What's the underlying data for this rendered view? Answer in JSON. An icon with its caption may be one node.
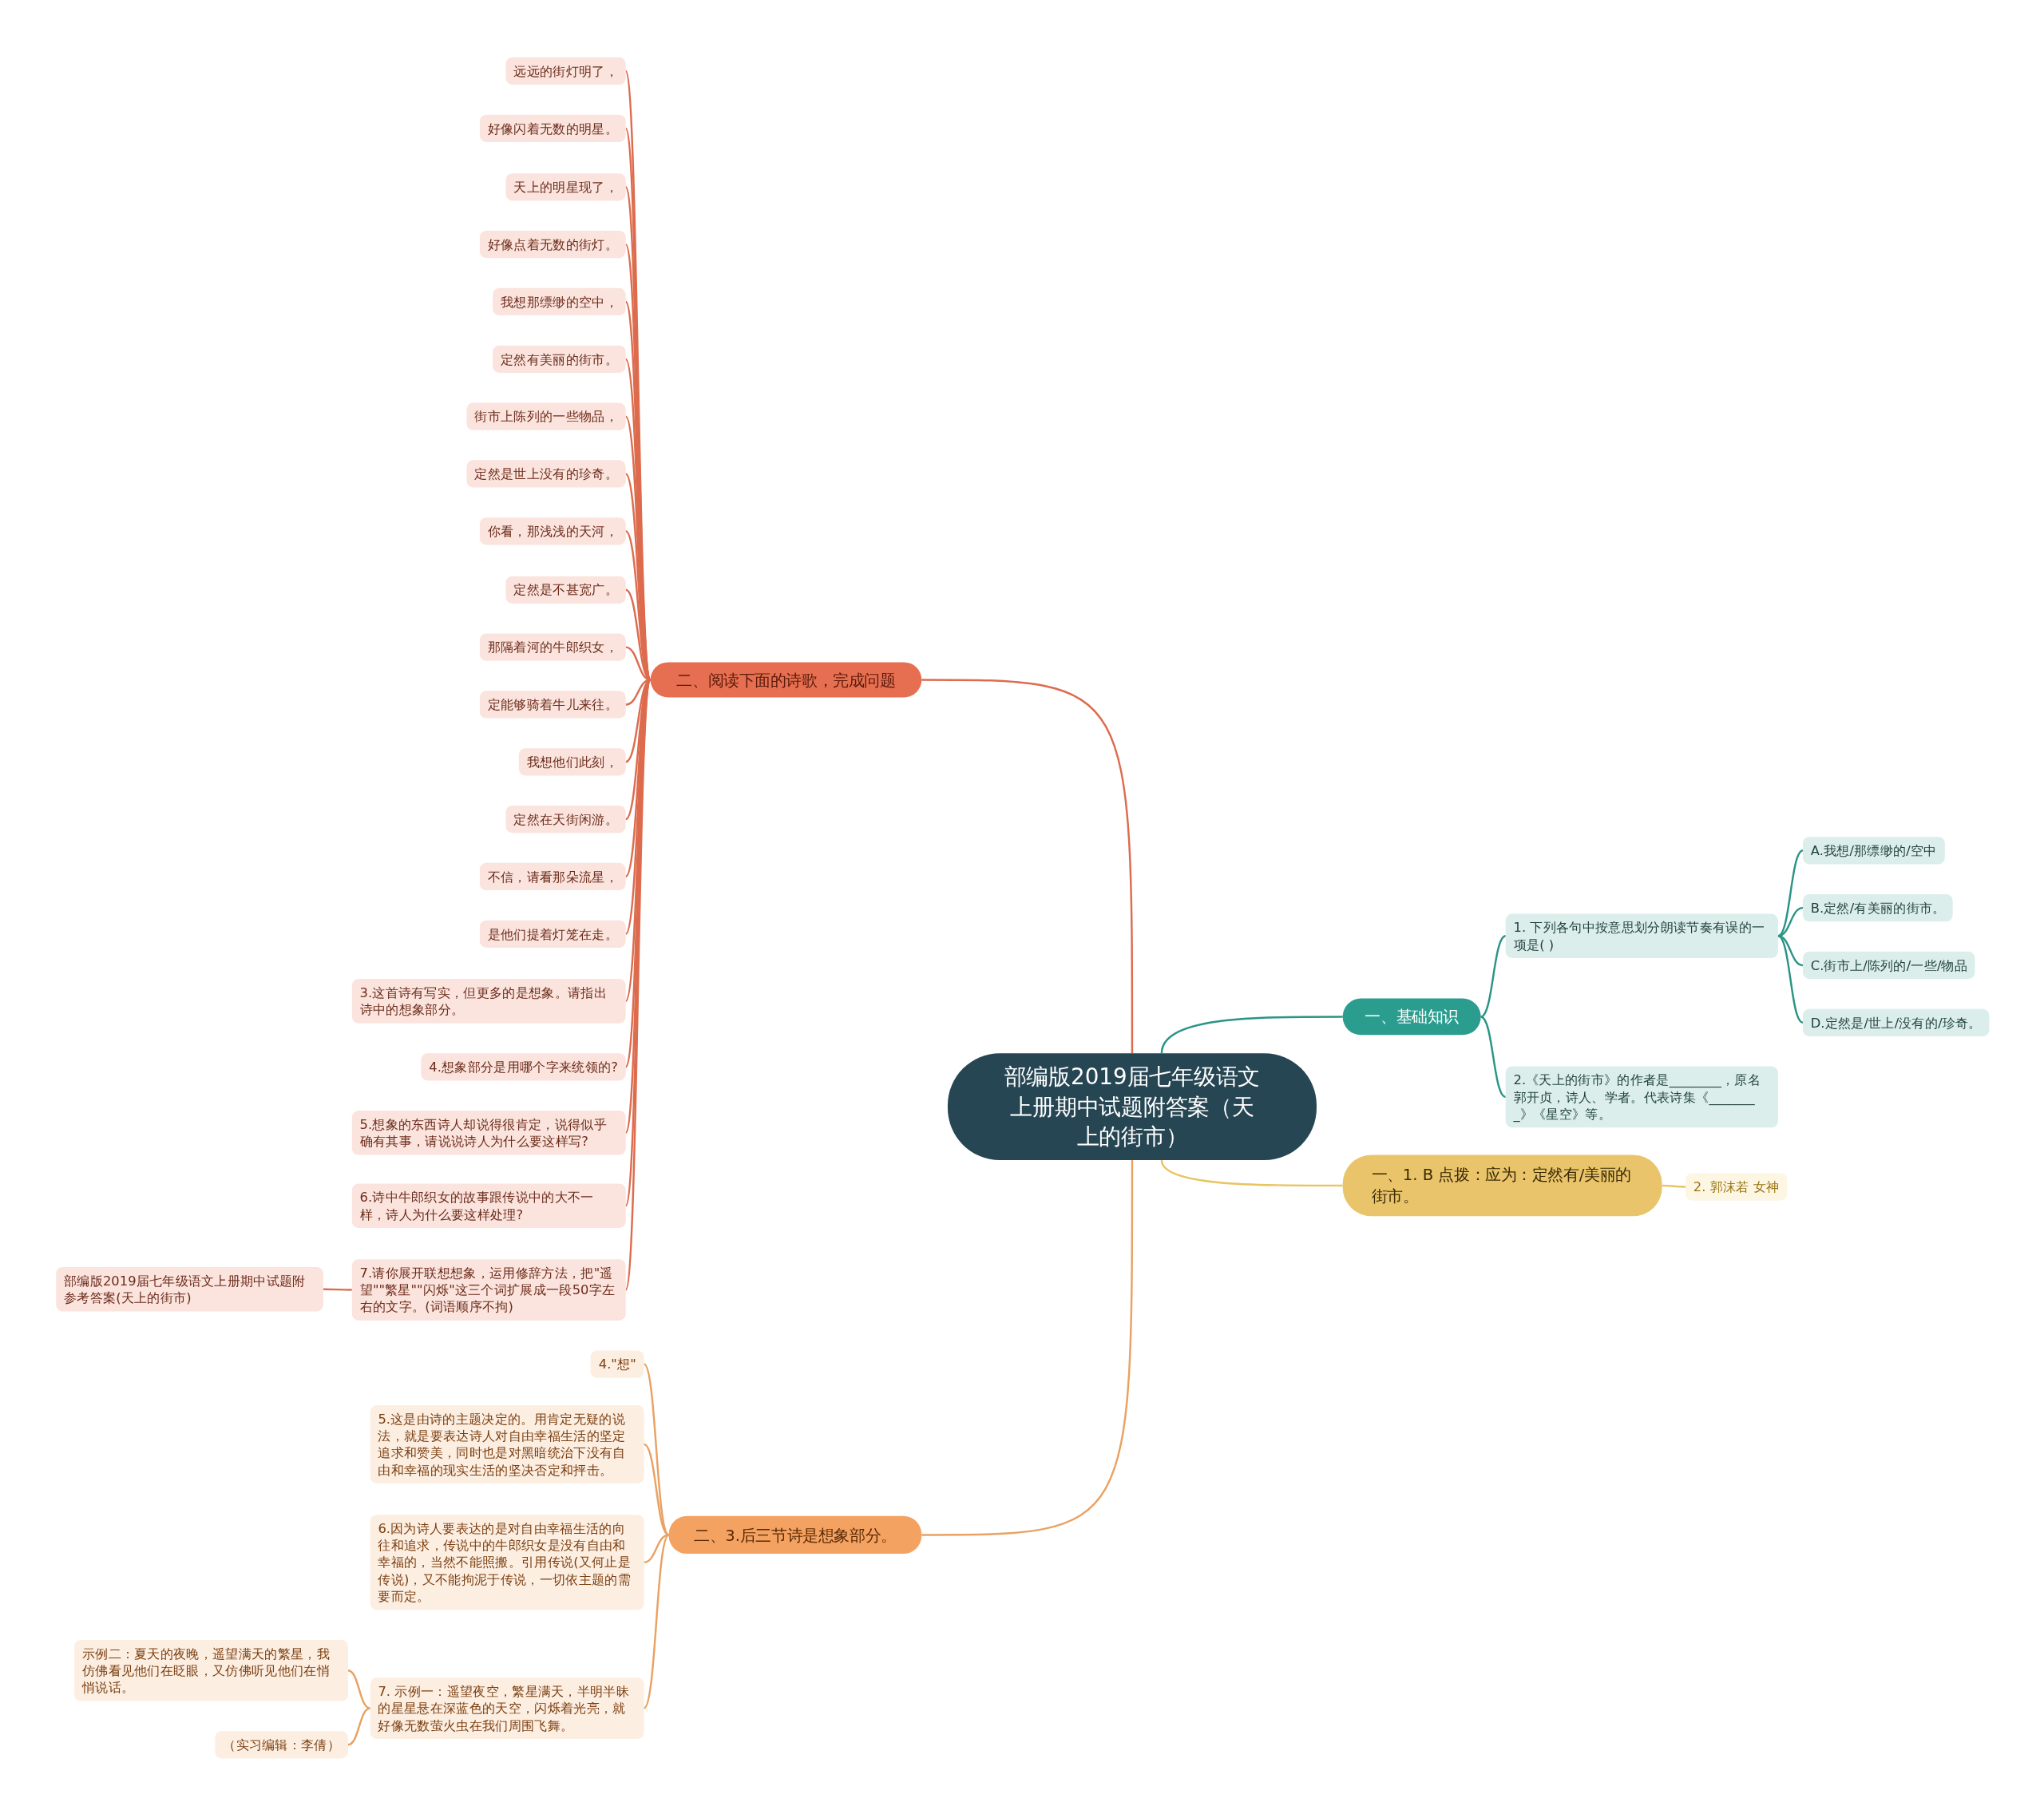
{
  "diagram": {
    "nodes": [
      {
        "text": [
          "部编版2019届七年级语文上册期中试题附答案（天上的街市）"
        ]
      },
      {
        "text": [
          "二、阅读下面的诗歌，完成问题"
        ]
      },
      {
        "text": [
          "远远的街灯明了，"
        ]
      },
      {
        "text": [
          "好像闪着无数的明星。"
        ]
      },
      {
        "text": [
          "天上的明星现了，"
        ]
      },
      {
        "text": [
          "好像点着无数的街灯。"
        ]
      },
      {
        "text": [
          "我想那缥缈的空中，"
        ]
      },
      {
        "text": [
          "定然有美丽的街市。"
        ]
      },
      {
        "text": [
          "街市上陈列的一些物品，"
        ]
      },
      {
        "text": [
          "定然是世上没有的珍奇。"
        ]
      },
      {
        "text": [
          "你看，那浅浅的天河，"
        ]
      },
      {
        "text": [
          "定然是不甚宽广。"
        ]
      },
      {
        "text": [
          "那隔着河的牛郎织女，"
        ]
      },
      {
        "text": [
          "定能够骑着牛儿来往。"
        ]
      },
      {
        "text": [
          "我想他们此刻，"
        ]
      },
      {
        "text": [
          "定然在天街闲游。"
        ]
      },
      {
        "text": [
          "不信，请看那朵流星，"
        ]
      },
      {
        "text": [
          "是他们提着灯笼在走。"
        ]
      },
      {
        "text": [
          "3.这首诗有写实，但更多的是想象。请指出诗中的想象部分。"
        ]
      },
      {
        "text": [
          "4.想象部分是用哪个字来统领的?"
        ]
      },
      {
        "text": [
          "5.想象的东西诗人却说得很肯定，说得似乎确有其事，请说说诗人为什么要这样写?"
        ]
      },
      {
        "text": [
          "6.诗中牛郎织女的故事跟传说中的大不一样，诗人为什么要这样处理?"
        ]
      },
      {
        "text": [
          "7.请你展开联想想象，运用修辞方法，把\"遥望\"\"繁星\"\"闪烁\"这三个词扩展成一段50字左右的文字。(词语顺序不拘)"
        ]
      },
      {
        "text": [
          "部编版2019届七年级语文上册期中试题附参考答案(天上的街市)"
        ]
      },
      {
        "text": [
          "二、3.后三节诗是想象部分。"
        ]
      },
      {
        "text": [
          "4.\"想\""
        ]
      },
      {
        "text": [
          "5.这是由诗的主题决定的。用肯定无疑的说法，就是要表达诗人对自由幸福生活的坚定追求和赞美，同时也是对黑暗统治下没有自由和幸福的现实生活的坚决否定和抨击。"
        ]
      },
      {
        "text": [
          "6.因为诗人要表达的是对自由幸福生活的向往和追求，传说中的牛郎织女是没有自由和幸福的，当然不能照搬。引用传说(又何止是传说)，又不能拘泥于传说，一切依主题的需要而定。"
        ]
      },
      {
        "text": [
          "7. 示例一：遥望夜空，繁星满天，半明半昧的星星悬在深蓝色的天空，闪烁着光亮，就好像无数萤火虫在我们周围飞舞。"
        ]
      },
      {
        "text": [
          "示例二：夏天的夜晚，遥望满天的繁星，我仿佛看见他们在眨眼，又仿佛听见他们在悄悄说话。"
        ]
      },
      {
        "text": [
          "（实习编辑：李倩）"
        ]
      },
      {
        "text": [
          "一、基础知识"
        ]
      },
      {
        "text": [
          "1. 下列各句中按意思划分朗读节奏有误的一项是( )"
        ]
      },
      {
        "text": [
          "A.我想/那缥缈的/空中"
        ]
      },
      {
        "text": [
          "B.定然/有美丽的街市。"
        ]
      },
      {
        "text": [
          "C.街市上/陈列的/一些/物品"
        ]
      },
      {
        "text": [
          "D.定然是/世上/没有的/珍奇。"
        ]
      },
      {
        "text": [
          "2.《天上的街市》的作者是________，原名郭开贞，诗人、学者。代表诗集《________》《星空》等。"
        ]
      },
      {
        "text": [
          "一、1. B 点拨：应为：定然有/美丽的街市。"
        ]
      },
      {
        "text": [
          "2. 郭沫若 女神"
        ]
      }
    ],
    "edges": [
      {
        "from": 0,
        "to": 1,
        "arrow": "none"
      },
      {
        "from": 1,
        "to": 2,
        "arrow": "none"
      },
      {
        "from": 1,
        "to": 3,
        "arrow": "none"
      },
      {
        "from": 1,
        "to": 4,
        "arrow": "none"
      },
      {
        "from": 1,
        "to": 5,
        "arrow": "none"
      },
      {
        "from": 1,
        "to": 6,
        "arrow": "none"
      },
      {
        "from": 1,
        "to": 7,
        "arrow": "none"
      },
      {
        "from": 1,
        "to": 8,
        "arrow": "none"
      },
      {
        "from": 1,
        "to": 9,
        "arrow": "none"
      },
      {
        "from": 1,
        "to": 10,
        "arrow": "none"
      },
      {
        "from": 1,
        "to": 11,
        "arrow": "none"
      },
      {
        "from": 1,
        "to": 12,
        "arrow": "none"
      },
      {
        "from": 1,
        "to": 13,
        "arrow": "none"
      },
      {
        "from": 1,
        "to": 14,
        "arrow": "none"
      },
      {
        "from": 1,
        "to": 15,
        "arrow": "none"
      },
      {
        "from": 1,
        "to": 16,
        "arrow": "none"
      },
      {
        "from": 1,
        "to": 17,
        "arrow": "none"
      },
      {
        "from": 1,
        "to": 18,
        "arrow": "none"
      },
      {
        "from": 1,
        "to": 19,
        "arrow": "none"
      },
      {
        "from": 1,
        "to": 20,
        "arrow": "none"
      },
      {
        "from": 1,
        "to": 21,
        "arrow": "none"
      },
      {
        "from": 1,
        "to": 22,
        "arrow": "none"
      },
      {
        "from": 22,
        "to": 23,
        "arrow": "none"
      },
      {
        "from": 0,
        "to": 24,
        "arrow": "none",
        "color": "#e9a263"
      },
      {
        "from": 24,
        "to": 25,
        "arrow": "none",
        "color": "#e9a263"
      },
      {
        "from": 24,
        "to": 26,
        "arrow": "none",
        "color": "#e9a263"
      },
      {
        "from": 24,
        "to": 27,
        "arrow": "none",
        "color": "#e9a263"
      },
      {
        "from": 24,
        "to": 28,
        "arrow": "none",
        "color": "#e9a263"
      },
      {
        "from": 28,
        "to": 29,
        "arrow": "none",
        "color": "#e9a263"
      },
      {
        "from": 28,
        "to": 30,
        "arrow": "none",
        "color": "#e9a263"
      },
      {
        "from": 0,
        "to": 31,
        "arrow": "none",
        "color": "#2a9485"
      },
      {
        "from": 31,
        "to": 32,
        "arrow": "none",
        "color": "#2a9485"
      },
      {
        "from": 32,
        "to": 33,
        "arrow": "none",
        "color": "#2a9485"
      },
      {
        "from": 32,
        "to": 34,
        "arrow": "none",
        "color": "#2a9485"
      },
      {
        "from": 32,
        "to": 35,
        "arrow": "none",
        "color": "#2a9485"
      },
      {
        "from": 32,
        "to": 36,
        "arrow": "none",
        "color": "#2a9485"
      },
      {
        "from": 31,
        "to": 37,
        "arrow": "none",
        "color": "#2a9485"
      },
      {
        "from": 0,
        "to": 38,
        "arrow": "none",
        "color": "#e8c45e"
      },
      {
        "from": 38,
        "to": 39,
        "arrow": "none",
        "color": "#e8c45e"
      }
    ]
  }
}
